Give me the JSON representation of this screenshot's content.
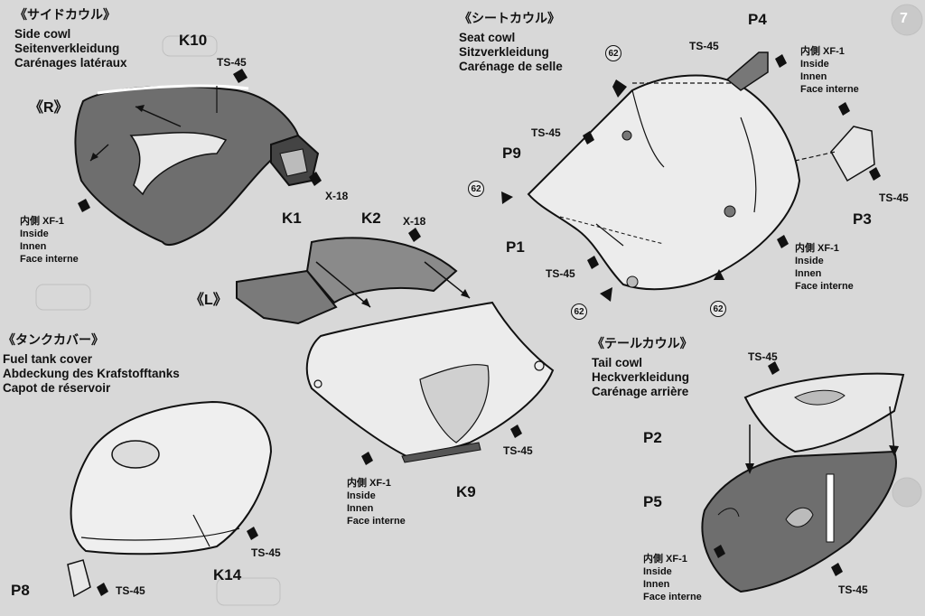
{
  "sections": {
    "side_cowl": {
      "jp": "《サイドカウル》",
      "en": "Side cowl",
      "de": "Seitenverkleidung",
      "fr": "Carénages latéraux",
      "side_r": "《R》",
      "side_l": "《L》"
    },
    "seat_cowl": {
      "jp": "《シートカウル》",
      "en": "Seat cowl",
      "de": "Sitzverkleidung",
      "fr": "Carénage de selle"
    },
    "fuel_tank": {
      "jp": "《タンクカバー》",
      "en": "Fuel tank cover",
      "de": "Abdeckung des Krafstofftanks",
      "fr": "Capot de réservoir"
    },
    "tail_cowl": {
      "jp": "《テールカウル》",
      "en": "Tail cowl",
      "de": "Heckverkleidung",
      "fr": "Carénage arrière"
    }
  },
  "parts": {
    "k10": "K10",
    "k1": "K1",
    "k2": "K2",
    "k9": "K9",
    "k14": "K14",
    "p1": "P1",
    "p2": "P2",
    "p3": "P3",
    "p4": "P4",
    "p5": "P5",
    "p8": "P8",
    "p9": "P9"
  },
  "paints": {
    "ts45": "TS-45",
    "x18": "X-18",
    "xf1": "内側 XF-1"
  },
  "inside": {
    "en": "Inside",
    "de": "Innen",
    "fr": "Face interne"
  },
  "ref_number": "62",
  "step_number": "7"
}
